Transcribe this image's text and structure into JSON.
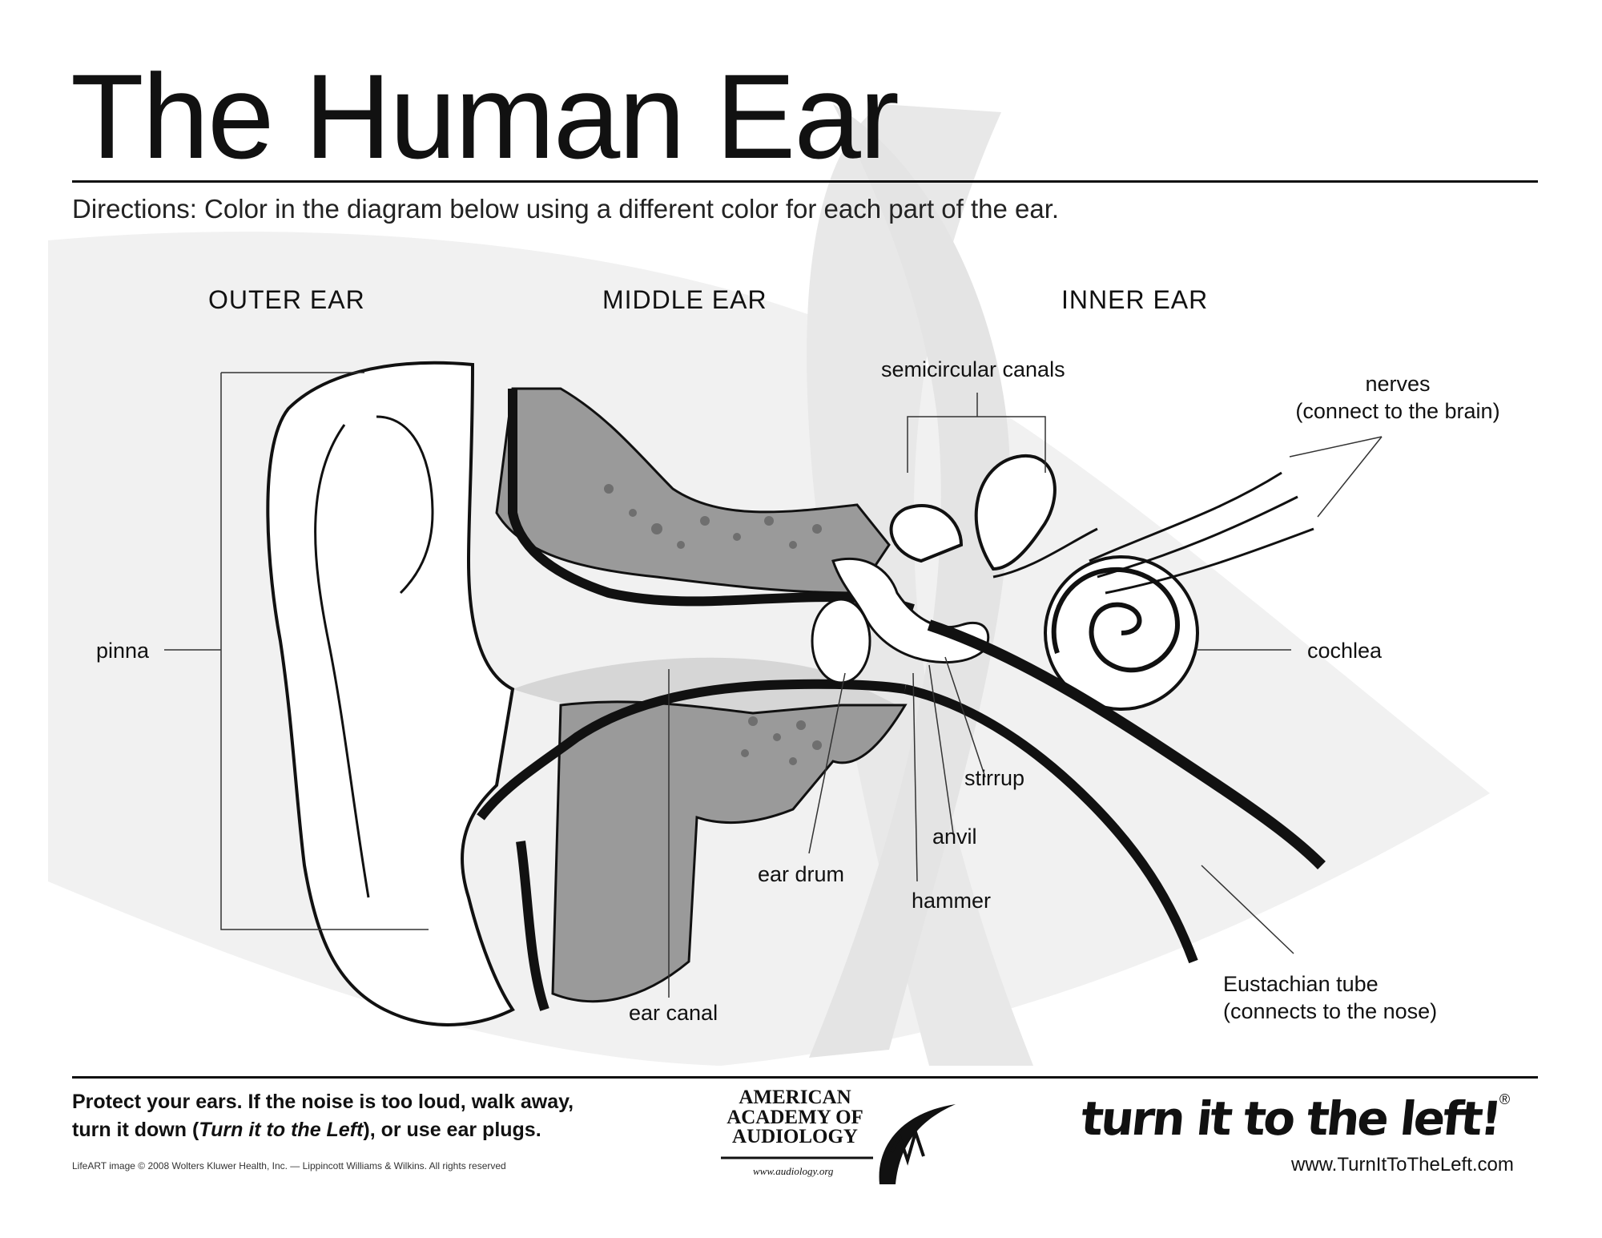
{
  "title": "The Human Ear",
  "directions": "Directions: Color in the diagram below using a different color for each part of the ear.",
  "sections": {
    "outer": "OUTER EAR",
    "middle": "MIDDLE EAR",
    "inner": "INNER EAR"
  },
  "labels": {
    "pinna": "pinna",
    "semicircular_canals": "semicircular canals",
    "nerves_line1": "nerves",
    "nerves_line2": "(connect to the brain)",
    "cochlea": "cochlea",
    "stirrup": "stirrup",
    "anvil": "anvil",
    "hammer": "hammer",
    "ear_drum": "ear drum",
    "ear_canal": "ear canal",
    "eustachian_line1": "Eustachian tube",
    "eustachian_line2": "(connects to the nose)"
  },
  "footer": {
    "message_part1": "Protect your ears. If the noise is too loud, walk away,",
    "message_part2_pre": "turn it down (",
    "message_part2_em": "Turn it to the Left",
    "message_part2_post": "), or use ear plugs.",
    "copyright": "LifeART image © 2008 Wolters Kluwer Health, Inc. — Lippincott Williams & Wilkins. All rights reserved",
    "aaa_line1": "AMERICAN",
    "aaa_line2": "ACADEMY OF",
    "aaa_line3": "AUDIOLOGY",
    "aaa_url": "www.audiology.org",
    "tittl_logo": "turn it to the left!",
    "tittl_reg": "®",
    "website": "www.TurnItToTheLeft.com"
  },
  "colors": {
    "ink": "#111111",
    "bone_gray": "#8c8c8c",
    "tissue_gray": "#c8c8c8",
    "background_swoosh": "#ececec"
  }
}
